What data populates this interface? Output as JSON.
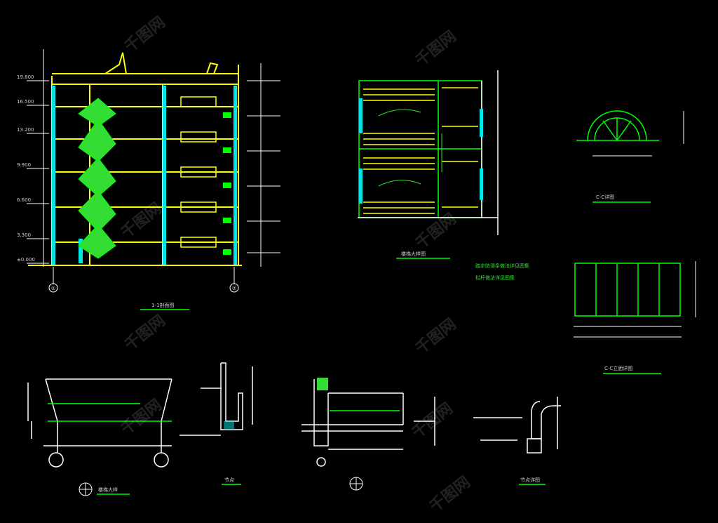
{
  "drawing": {
    "background": "#000000",
    "colors": {
      "yellow": "#ffff00",
      "green": "#00ff00",
      "white": "#ffffff",
      "cyan": "#00e5e5",
      "stair_fill": "#33dd33",
      "text": "#cccccc"
    }
  },
  "section": {
    "title": "1-1剖面图",
    "axis_left": "①",
    "axis_right": "⑦",
    "floor_levels": [
      "±0.000",
      "3.300",
      "6.600",
      "9.900",
      "13.200",
      "16.500",
      "19.800"
    ]
  },
  "stair_plan": {
    "title": "楼梯大样图",
    "note_line_1": "踏步防滑条做法详见图集",
    "note_line_2": "栏杆做法详见图集"
  },
  "arch_detail": {
    "title": "C-C详图"
  },
  "panel_detail": {
    "title": "C-C立面详图"
  },
  "stair_detail": {
    "title": "楼梯大样"
  },
  "small_detail": {
    "title": "节点"
  },
  "node_detail": {
    "title": "节点详图"
  },
  "icons": {
    "axis_marker": "circle-axis-icon",
    "detail_marker": "crosshair-circle-icon"
  },
  "watermark": {
    "text": "千图网"
  }
}
